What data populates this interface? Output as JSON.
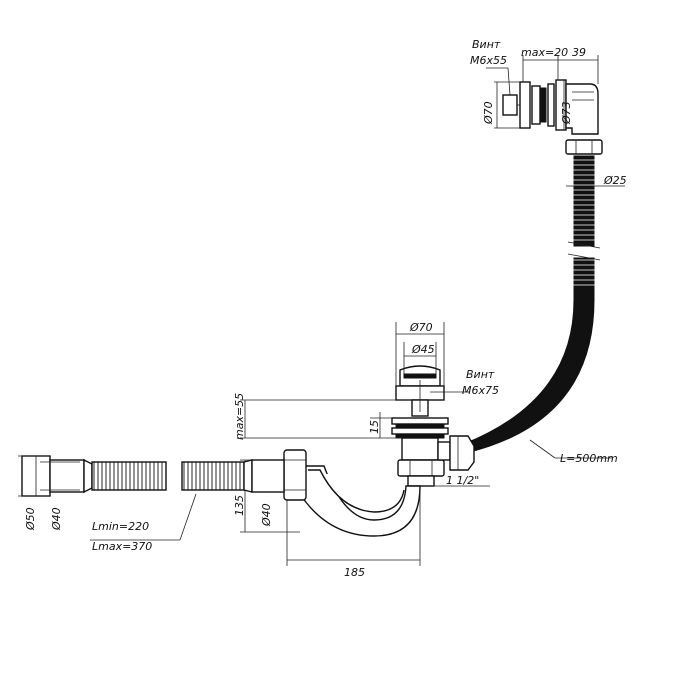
{
  "labels": {
    "screw_top_word": "Винт",
    "screw_top_size": "M6x55",
    "max20": "max=20",
    "d39": "39",
    "d70_top": "Ø70",
    "d73": "Ø73",
    "d25": "Ø25",
    "d70_mid": "Ø70",
    "d45": "Ø45",
    "screw_mid_word": "Винт",
    "screw_mid_size": "M6x75",
    "max55": "max=55",
    "d15": "15",
    "hose_length": "L=500mm",
    "thread": "1 1/2\"",
    "d135": "135",
    "d40_mid": "Ø40",
    "d185": "185",
    "d50": "Ø50",
    "d40_left": "Ø40",
    "lmin": "Lmin=220",
    "lmax": "Lmax=370"
  }
}
